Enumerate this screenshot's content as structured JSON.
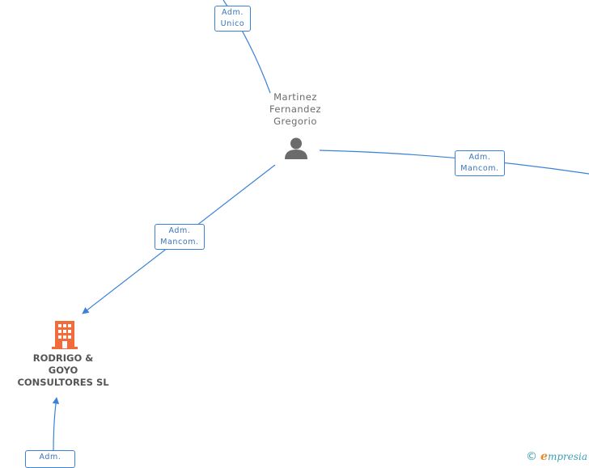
{
  "person": {
    "name_lines": [
      "Martinez",
      "Fernandez",
      "Gregorio"
    ],
    "icon": "person-icon"
  },
  "company": {
    "name_lines": [
      "RODRIGO &",
      "GOYO",
      "CONSULTORES SL"
    ],
    "icon": "building-icon",
    "color": "#f26b3a"
  },
  "relations": [
    {
      "lines": [
        "Adm.",
        "Unico"
      ]
    },
    {
      "lines": [
        "Adm.",
        "Mancom."
      ]
    },
    {
      "lines": [
        "Adm.",
        "Mancom."
      ]
    },
    {
      "lines": [
        "Adm."
      ]
    }
  ],
  "footer": {
    "copyright_symbol": "©",
    "brand_initial": "e",
    "brand_rest": "mpresia"
  },
  "colors": {
    "edge": "#3b82d6",
    "person": "#6b6b6b",
    "brand": "#3b9fb5",
    "brand_accent": "#e5892f"
  }
}
